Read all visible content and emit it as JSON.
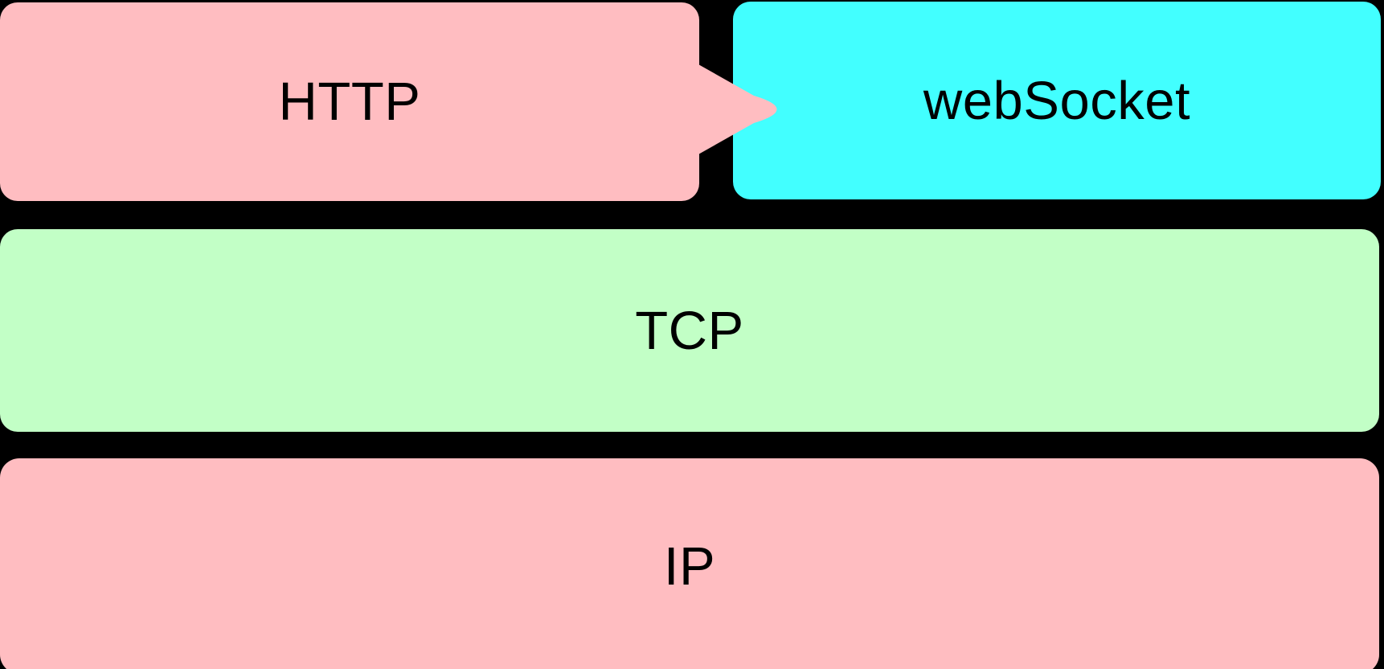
{
  "diagram": {
    "type": "protocol-stack",
    "background_color": "#000000",
    "text_color": "#000000",
    "layers": [
      {
        "id": "http",
        "label": "HTTP",
        "color": "#FFBDC1",
        "row": "top-left"
      },
      {
        "id": "websocket",
        "label": "webSocket",
        "color": "#42FFFF",
        "row": "top-right"
      },
      {
        "id": "tcp",
        "label": "TCP",
        "color": "#C2FFC6",
        "row": "middle-full-width"
      },
      {
        "id": "ip",
        "label": "IP",
        "color": "#FFBDC1",
        "row": "bottom-full-width"
      }
    ],
    "connector": {
      "from": "HTTP",
      "to": "webSocket",
      "shape": "rounded-arrow-pointing-right",
      "color": "#FFBDC1"
    }
  }
}
